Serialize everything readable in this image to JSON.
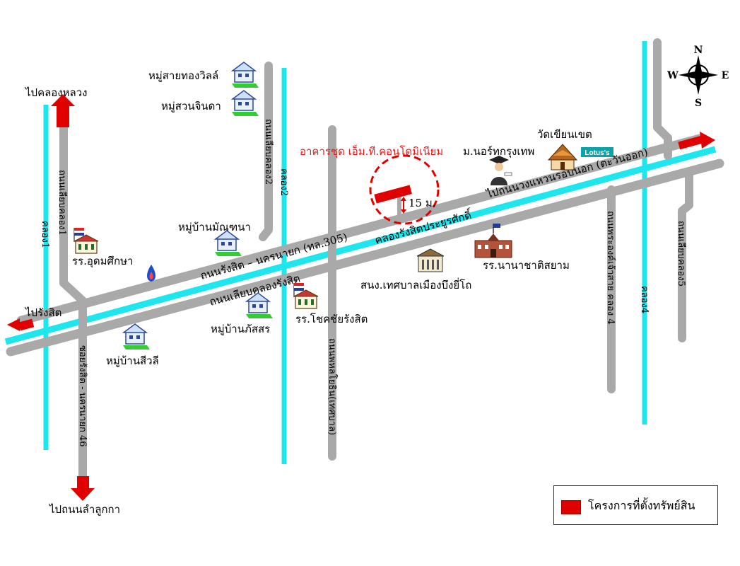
{
  "directions": {
    "klong_luang": "ไปคลองหลวง",
    "rangsit": "ไปรังสิต",
    "lam_luk_ka": "ไปถนนลำลูกกา",
    "outer_ring": "ไปถนนวงแหวนรอบนอก (ตะวันออก)"
  },
  "roads": {
    "main": "ถนนรังสิต – นครนายก (ทล.305)",
    "parallel": "ถนนเลียบคลองรังสิต",
    "klong1": "ถนนเลียบคลอง1",
    "klong2": "ถนนเลียบคลอง2",
    "wat_ad": "ถนนพหลโยธิน(เทศบาล)",
    "soi46": "ซอยรังสิต - นครนายก 46",
    "phraong": "ถนนพระองค์เจ้าสาย คลอง 4",
    "klong5": "ถนนเลียบคลอง5"
  },
  "canals": {
    "c1": "คลอง1",
    "c2": "คลอง2",
    "c4": "คลอง4",
    "rangsit": "คลองรังสิตประยูรศักดิ์"
  },
  "places": {
    "project": "อาคารชุด เอ็ม.ที.คอนโดมิเนียม",
    "distance": "15 ม.",
    "north_bkk": "ม.นอร์ทกรุงเทพ",
    "wat": "วัดเขียนเขต",
    "lotus": "Lotus's",
    "sai_thong": "หมู่สายทองวิลล์",
    "suan_chinda": "หมู่สวนจินดา",
    "mantana": "หมู่บ้านมัณฑนา",
    "udom": "รร.อุดมศึกษา",
    "passorn": "หมู่บ้านภัสสร",
    "chokchai": "รร.โชคชัยรังสิต",
    "sriwali": "หมู่บ้านสีวลี",
    "municipal": "สนง.เทศบาลเมืองบึงยี่โถ",
    "intl_school": "รร.นานาชาติสยาม"
  },
  "compass": {
    "n": "N",
    "s": "S",
    "e": "E",
    "w": "W"
  },
  "legend": {
    "label": "โครงการที่ตั้งทรัพย์สิน",
    "color": "#e10000"
  },
  "colors": {
    "road": "#a9a9a9",
    "canal": "#1ee6ee",
    "arrow": "#e10000",
    "accent": "#e31b1b"
  }
}
